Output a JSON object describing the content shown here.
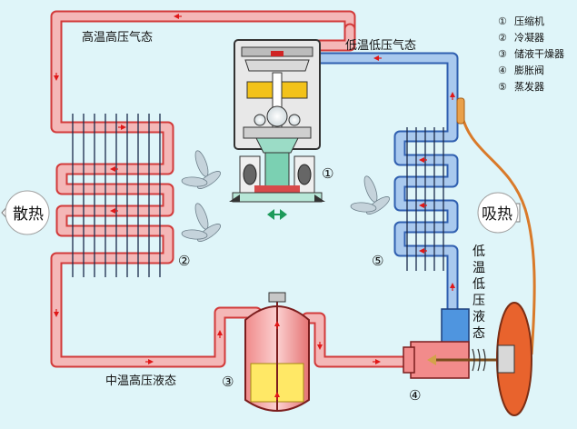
{
  "labels": {
    "hot_gas": "高温高压气态",
    "cold_gas": "低温低压气态",
    "mid_liquid": "中温高压液态",
    "cold_liquid": [
      "低",
      "温",
      "低",
      "压",
      "液",
      "态"
    ],
    "heat_out": "散热",
    "heat_in": "吸热"
  },
  "component_numbers": {
    "compressor": "①",
    "condenser": "②",
    "drier": "③",
    "expansion_valve": "④",
    "evaporator": "⑤"
  },
  "legend": [
    {
      "num": "①",
      "text": "压缩机"
    },
    {
      "num": "②",
      "text": "冷凝器"
    },
    {
      "num": "③",
      "text": "储液干燥器"
    },
    {
      "num": "④",
      "text": "膨胀阀"
    },
    {
      "num": "⑤",
      "text": "蒸发器"
    }
  ],
  "colors": {
    "hot_pipe": "#f4b7b7",
    "hot_pipe_edge": "#d23a3a",
    "cold_pipe": "#a9c9ee",
    "cold_pipe_edge": "#2f5fb0",
    "flow_arrow": "#e01818",
    "background": "#dff5f9"
  }
}
